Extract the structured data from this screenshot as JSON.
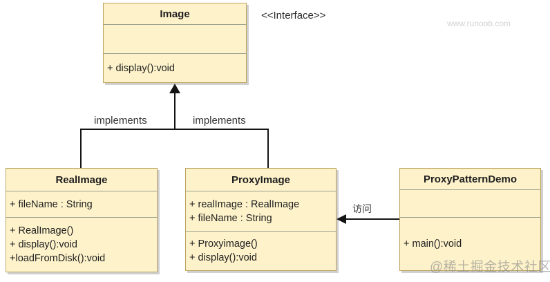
{
  "diagram_title": "Proxy Pattern UML class diagram",
  "labels": {
    "interface_stereotype": "<<Interface>>",
    "implements_left": "implements",
    "implements_right": "implements",
    "access": "访问"
  },
  "classes": {
    "image": {
      "name": "Image",
      "attributes": [],
      "methods": [
        "+ display():void"
      ]
    },
    "real_image": {
      "name": "RealImage",
      "attributes": [
        "+ fileName : String"
      ],
      "methods": [
        "+ RealImage()",
        "+ display():void",
        "+loadFromDisk():void"
      ]
    },
    "proxy_image": {
      "name": "ProxyImage",
      "attributes": [
        "+ realImage : RealImage",
        "+ fileName : String"
      ],
      "methods": [
        "+ Proxyimage()",
        "+ display():void"
      ]
    },
    "proxy_pattern_demo": {
      "name": "ProxyPatternDemo",
      "attributes": [],
      "methods": [
        "+ main():void"
      ]
    }
  },
  "watermarks": {
    "top_right": "www.runoob.com",
    "bottom_right": "@稀土掘金技术社区"
  },
  "colors": {
    "box_fill": "#fdf2ca",
    "box_border": "#bda35e",
    "section_divider": "#9aa08e",
    "connector_line": "#141414",
    "text": "#1f1f1f",
    "watermark_light": "#d2d2d2",
    "watermark_gray": "#878787",
    "background": "#ffffff"
  }
}
